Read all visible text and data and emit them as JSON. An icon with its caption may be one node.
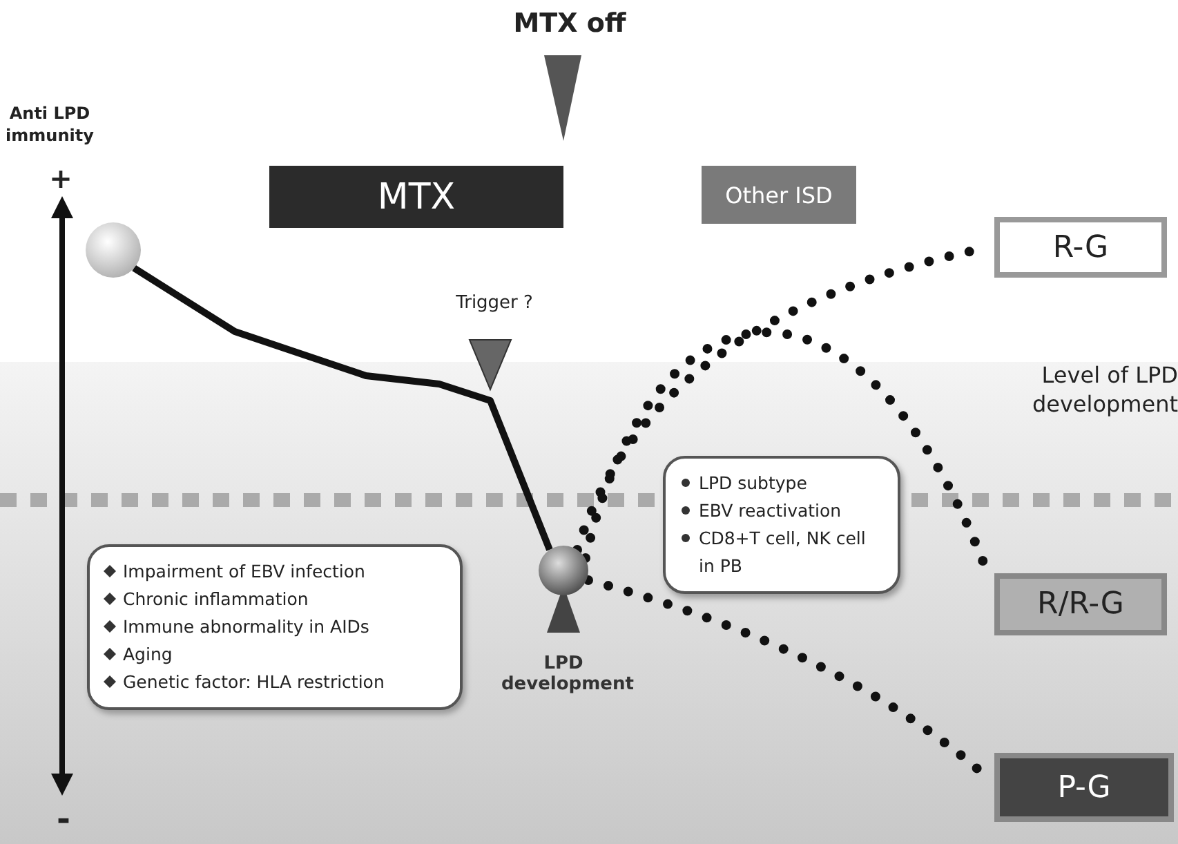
{
  "diagram": {
    "nodes": [
      {
        "text": [],
        "shape": "circle"
      },
      {
        "text": [],
        "shape": "circle",
        "beside": [
          "LPD development"
        ]
      },
      {
        "text": [
          "MTX"
        ]
      },
      {
        "text": [
          "Other ISD"
        ]
      },
      {
        "text": [
          "R-G"
        ]
      },
      {
        "text": [
          "R/R-G"
        ]
      },
      {
        "text": [
          "P-G"
        ]
      },
      {
        "text": [
          "Impairment of EBV infection",
          "Chronic inflammation",
          "Immune abnormality in AIDs",
          "Aging",
          "Genetic factor: HLA restriction"
        ]
      },
      {
        "text": [
          "LPD subtype",
          "EBV reactivation",
          "CD8+T cell, NK cell in PB"
        ]
      }
    ],
    "edges": [
      {
        "from": 0,
        "to": 1,
        "arrow": "none"
      },
      {
        "from": 1,
        "to": 4,
        "arrow": "none",
        "style": "dashed"
      },
      {
        "from": 1,
        "to": 5,
        "arrow": "none",
        "style": "dashed"
      },
      {
        "from": 1,
        "to": 6,
        "arrow": "none",
        "style": "dashed"
      }
    ],
    "labels": [
      "MTX off",
      "Anti LPD immunity",
      "+",
      "Trigger ?",
      "Level of LPD development",
      "-"
    ]
  }
}
